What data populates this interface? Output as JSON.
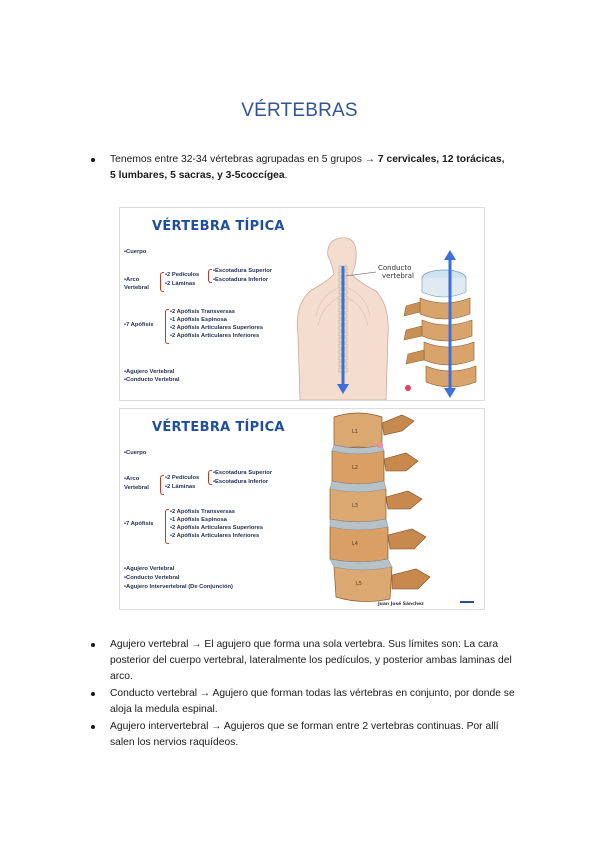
{
  "title": "VÉRTEBRAS",
  "intro": {
    "text_before": "Tenemos entre 32-34 vértebras agrupadas en 5 grupos → ",
    "cervicales": "7 cervicales",
    "sep1": ", ",
    "toracicas": "12 torácicas",
    "sep2": ", ",
    "lumbares": "5 lumbares",
    "sep3": ", ",
    "sacras": "5 sacras",
    "sep4": ", y ",
    "coccigea": "3-5coccígea",
    "end": "."
  },
  "figure1": {
    "heading": "VÉRTEBRA TÍPICA",
    "cuerpo": "•Cuerpo",
    "arco1": "•Arco",
    "arco2": "Vertebral",
    "pediculos": "•2 Pedículos",
    "laminas": "•2 Láminas",
    "esc_sup": "•Escotadura Superior",
    "esc_inf": "•Escotadura Inferior",
    "apofisis": "•7 Apófisis",
    "ap1": "•2 Apófisis Transversas",
    "ap2": "•1 Apófisis Espinosa",
    "ap3": "•2 Apófisis Articulares Superiores",
    "ap4": "•2 Apófisis Articulares Inferiores",
    "agujero": "•Agujero Vertebral",
    "conducto": "•Conducto Vertebral",
    "label_conducto1": "Conducto",
    "label_conducto2": "vertebral"
  },
  "figure2": {
    "heading": "VÉRTEBRA TÍPICA",
    "cuerpo": "•Cuerpo",
    "arco1": "•Arco",
    "arco2": "Vertebral",
    "pediculos": "•2 Pedículos",
    "laminas": "•2 Láminas",
    "esc_sup": "•Escotadura Superior",
    "esc_inf": "•Escotadura Inferior",
    "apofisis": "•7 Apófisis",
    "ap1": "•2 Apófisis Transversas",
    "ap2": "•1 Apófisis Espinosa",
    "ap3": "•2 Apófisis Articulares Superiores",
    "ap4": "•2 Apófisis Articulares Inferiores",
    "agujero": "•Agujero Vertebral",
    "conducto": "•Conducto Vertebral",
    "intervertebral": "•Agujero Intervertebral (De Conjunción)",
    "credit": "Juan José Sánchez",
    "vertebra_labels": [
      "L1",
      "L2",
      "L3",
      "L4",
      "L5"
    ]
  },
  "definitions": [
    "Agujero vertebral → El agujero que forma una sola vertebra. Sus límites son: La cara posterior del cuerpo vertebral, lateralmente los pedículos, y posterior ambas laminas del arco.",
    "Conducto vertebral → Agujero que forman todas las vértebras en conjunto, por donde se aloja la medula espinal.",
    "Agujero intervertebral → Agujeros que se forman entre 2 vertebras continuas. Por allí salen los nervios raquídeos."
  ],
  "colors": {
    "title": "#2f5597",
    "figure_heading": "#1f4e9c",
    "accent": "#c0392b",
    "bone": "#d9a46c"
  }
}
